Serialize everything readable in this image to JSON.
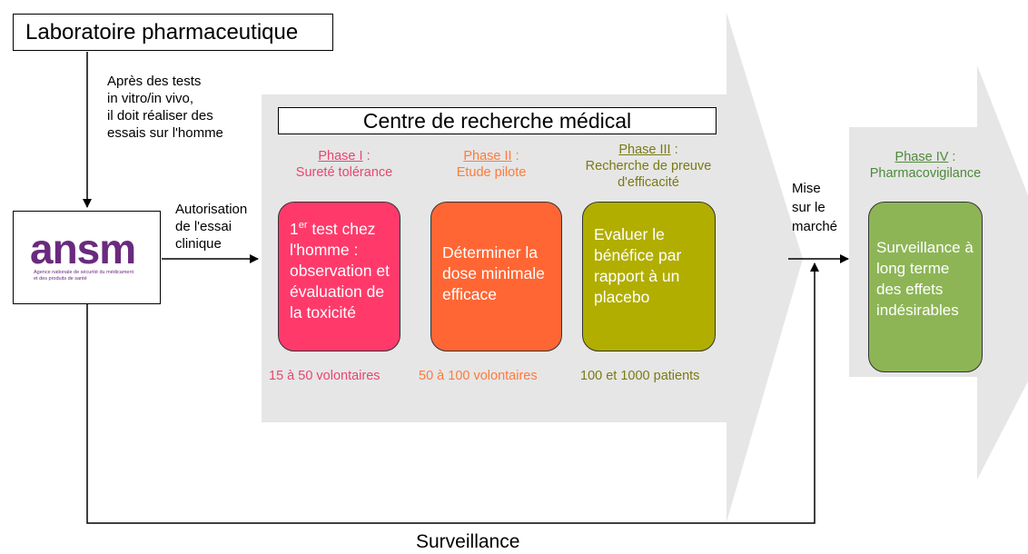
{
  "title": "Laboratoire pharmaceutique",
  "lab_note": [
    "Après des tests",
    "in vitro/in vivo,",
    "il doit réaliser des",
    "essais sur l'homme"
  ],
  "authorization_note": [
    "Autorisation",
    "de l'essai",
    "clinique"
  ],
  "agency": {
    "logo_text": "ansm",
    "tagline_line1": "Agence nationale de sécurité du médicament",
    "tagline_line2": "et des produits de santé"
  },
  "research_center": "Centre de recherche médical",
  "phases": [
    {
      "name": "Phase I",
      "sep": " :",
      "subtitle": "Sureté tolérance",
      "description": "test chez l'homme : observation et évaluation de la toxicité",
      "count": "15 à 50 volontaires",
      "color": "#ff3a6b"
    },
    {
      "name": "Phase II",
      "sep": " :",
      "subtitle": "Etude pilote",
      "description": "Déterminer la dose minimale efficace",
      "count": "50 à 100 volontaires",
      "color": "#ff6633"
    },
    {
      "name": "Phase III",
      "sep": " :",
      "subtitle": "Recherche de preuve d'efficacité",
      "description": "Evaluer le bénéfice par rapport à un placebo",
      "count": "100 et 1000 patients",
      "color": "#b1ae00"
    }
  ],
  "description_prefix": "1",
  "description_prefix_sup": "er",
  "market_note": [
    "Mise",
    "sur le",
    "marché"
  ],
  "phase4": {
    "name": "Phase IV",
    "sep": " :",
    "subtitle": "Pharmacovigilance",
    "description": "Surveillance à long terme des effets indésirables",
    "color": "#8db555"
  },
  "surveillance": "Surveillance",
  "colors": {
    "arrow_fill": "#e6e6e6",
    "phase1_text": "#e8466f",
    "phase2_text": "#ff7a3a",
    "phase3_text": "#7a7a14",
    "phase4_text": "#4e8a3a"
  }
}
